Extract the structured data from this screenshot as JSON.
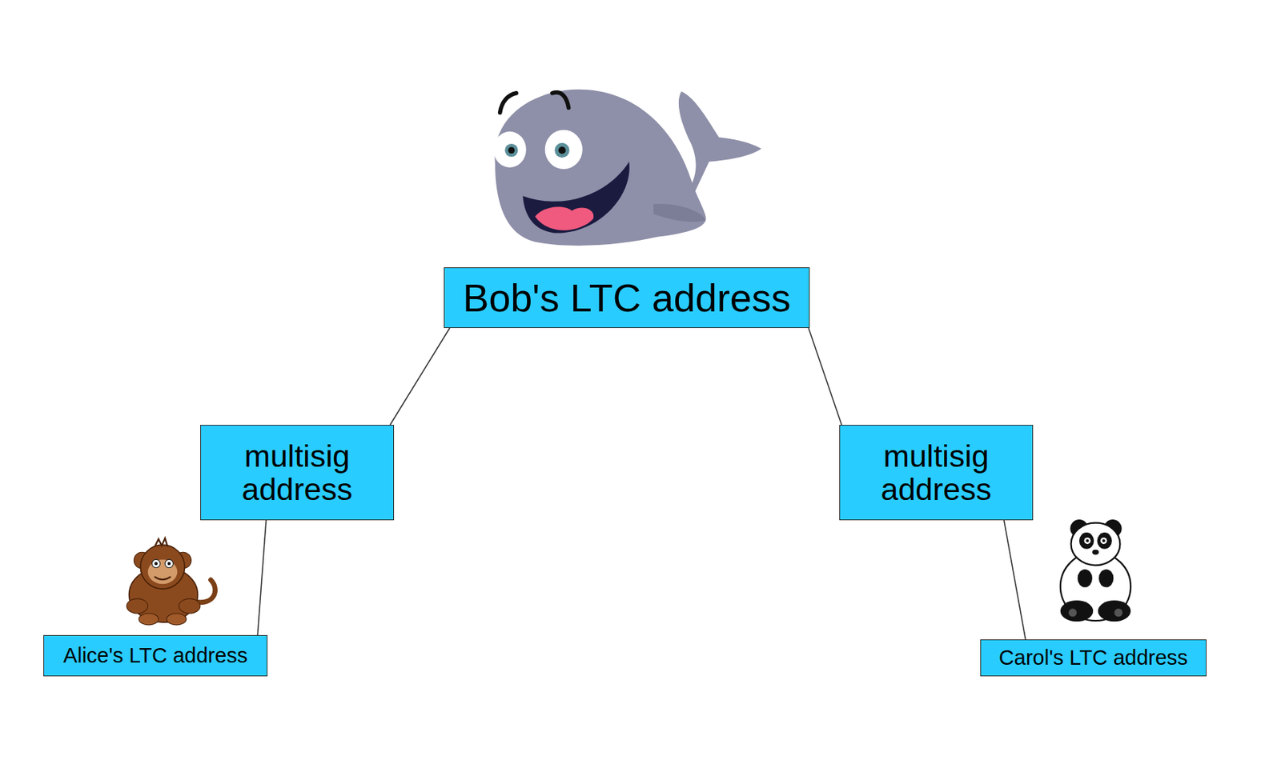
{
  "diagram": {
    "nodes": [
      {
        "text": [
          "Bob's LTC address"
        ]
      },
      {
        "text": [
          "multisig address"
        ]
      },
      {
        "text": [
          "multisig address"
        ]
      },
      {
        "text": [
          "Alice's LTC address"
        ]
      },
      {
        "text": [
          "Carol's LTC address"
        ]
      }
    ],
    "edges": [
      {
        "from": 0,
        "to": 1,
        "arrow": "none"
      },
      {
        "from": 0,
        "to": 2,
        "arrow": "none"
      },
      {
        "from": 1,
        "to": 3,
        "arrow": "none"
      },
      {
        "from": 2,
        "to": 4,
        "arrow": "none"
      }
    ]
  }
}
